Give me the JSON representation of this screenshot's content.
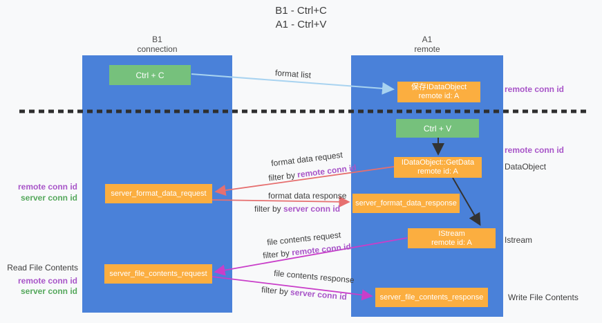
{
  "title": {
    "line1": "B1 - Ctrl+C",
    "line2": "A1 - Ctrl+V"
  },
  "columns": {
    "left": {
      "name": "B1",
      "role": "connection"
    },
    "right": {
      "name": "A1",
      "role": "remote"
    }
  },
  "nodes": {
    "ctrl_c": {
      "label": "Ctrl + C"
    },
    "save_dataobject": {
      "line1": "保存IDataObject",
      "line2": "remote id: A"
    },
    "ctrl_v": {
      "label": "Ctrl + V"
    },
    "getdata": {
      "line1": "IDataObject::GetData",
      "line2": "remote id: A"
    },
    "format_request": {
      "label": "server_format_data_request"
    },
    "format_response": {
      "label": "server_format_data_response"
    },
    "istream": {
      "line1": "IStream",
      "line2": "remote id: A"
    },
    "file_request": {
      "label": "server_file_contents_request"
    },
    "file_response": {
      "label": "server_file_contents_response"
    }
  },
  "flow_labels": {
    "format_list": "format list",
    "format_data_request": "format data request",
    "format_data_response": "format data response",
    "file_contents_request": "file contents request",
    "file_contents_response": "file contents response",
    "filter_by": "filter by",
    "remote_conn_id": "remote conn id",
    "server_conn_id": "server conn id"
  },
  "side_labels": {
    "remote_conn_id_right_top": "remote conn id",
    "remote_conn_id_right_mid": "remote conn id",
    "dataobject": "DataObject",
    "istream": "Istream",
    "write_file_contents": "Write File Contents",
    "remote_conn_id_left_mid": "remote conn id",
    "server_conn_id_left_mid": "server conn id",
    "read_file_contents": "Read File Contents",
    "remote_conn_id_left_bottom": "remote conn id",
    "server_conn_id_left_bottom": "server conn id"
  },
  "colors": {
    "lane_blue": "#4a81d9",
    "node_green": "#76c17c",
    "node_orange": "#fbae40",
    "text_purple": "#a855c8",
    "text_green": "#55a85c",
    "arrow_red": "#e66f6f",
    "arrow_magenta": "#c93ec9",
    "arrow_blue": "#a8d3f0",
    "arrow_black": "#333333"
  }
}
